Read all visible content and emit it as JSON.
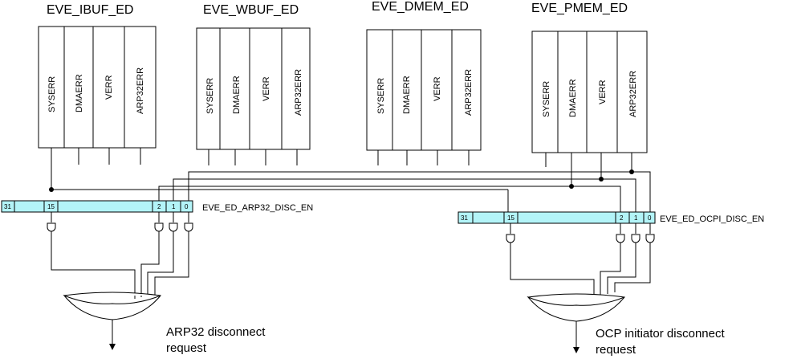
{
  "blocks": [
    {
      "title": "EVE_IBUF_ED",
      "signals": [
        "SYSERR",
        "DMAERR",
        "VERR",
        "ARP32ERR"
      ]
    },
    {
      "title": "EVE_WBUF_ED",
      "signals": [
        "SYSERR",
        "DMAERR",
        "VERR",
        "ARP32ERR"
      ]
    },
    {
      "title": "EVE_DMEM_ED",
      "signals": [
        "SYSERR",
        "DMAERR",
        "VERR",
        "ARP32ERR"
      ]
    },
    {
      "title": "EVE_PMEM_ED",
      "signals": [
        "SYSERR",
        "DMAERR",
        "VERR",
        "ARP32ERR"
      ]
    }
  ],
  "registers": [
    {
      "name": "EVE_ED_ARP32_DISC_EN",
      "bits": {
        "b31": "31",
        "b15": "15",
        "b2": "2",
        "b1": "1",
        "b0": "0"
      }
    },
    {
      "name": "EVE_ED_OCPI_DISC_EN",
      "bits": {
        "b31": "31",
        "b15": "15",
        "b2": "2",
        "b1": "1",
        "b0": "0"
      }
    }
  ],
  "outputs": [
    {
      "line1": "ARP32 disconnect",
      "line2": "request"
    },
    {
      "line1": "OCP initiator disconnect",
      "line2": "request"
    }
  ]
}
